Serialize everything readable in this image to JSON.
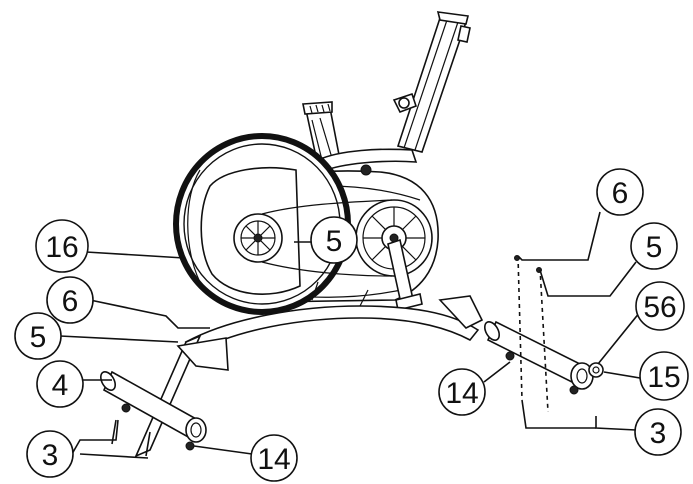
{
  "labels": {
    "l16": "16",
    "l6_left": "6",
    "l5_left": "5",
    "l4": "4",
    "l3_left": "3",
    "l14_left": "14",
    "l5_center": "5",
    "l6_right": "6",
    "l5_right": "5",
    "l56": "56",
    "l15": "15",
    "l14_right": "14",
    "l3_right": "3"
  },
  "colors": {
    "ink": "#111111",
    "paper": "#ffffff"
  }
}
